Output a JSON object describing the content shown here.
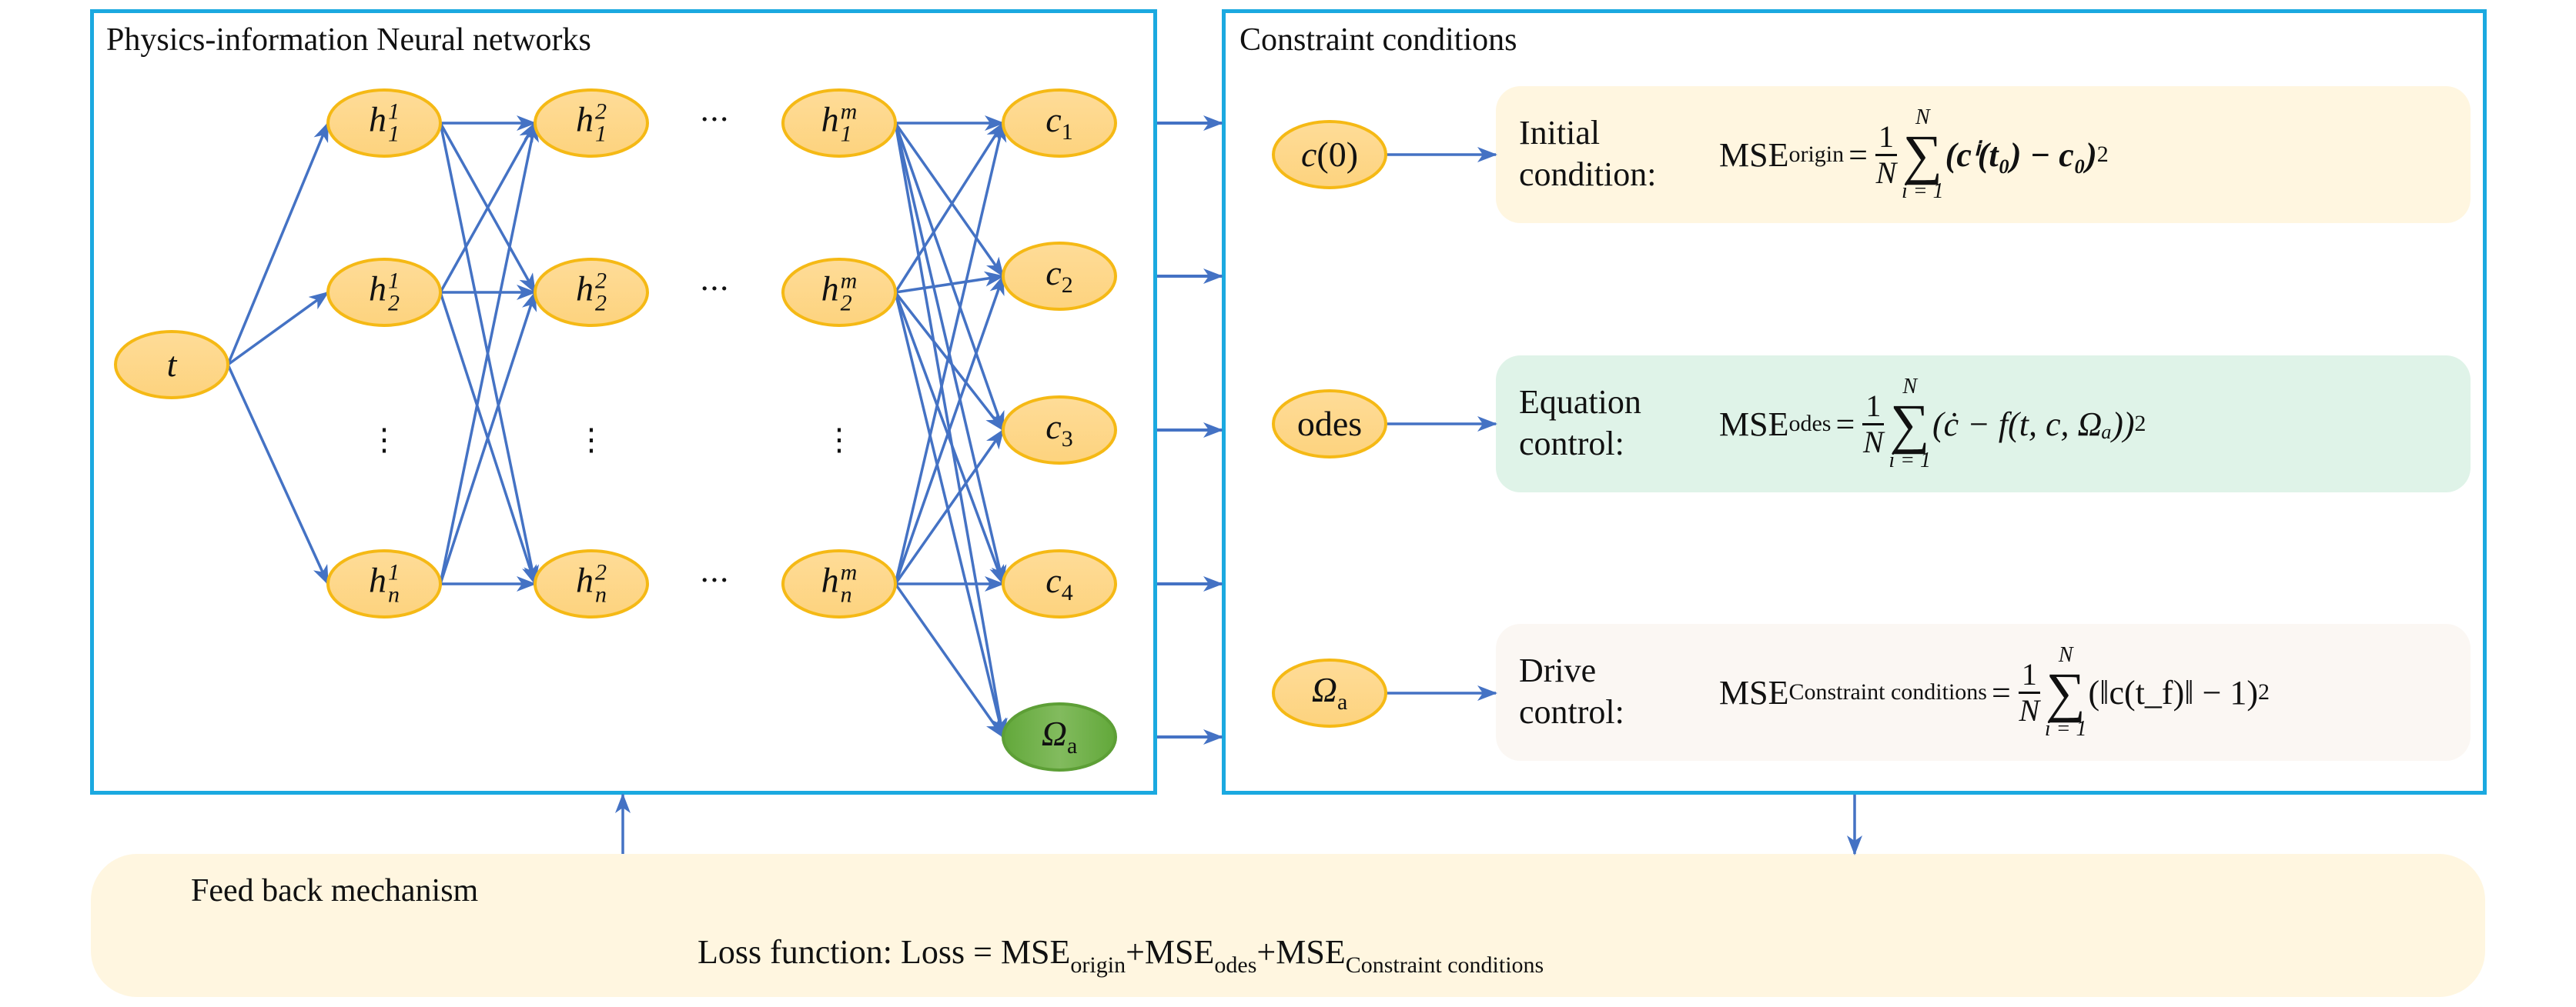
{
  "colors": {
    "panel_border": "#1ba9e0",
    "arrow": "#4472c4",
    "node_fill": "#fdd88f",
    "node_stroke": "#f5b915",
    "output_node_fill": "#6aaf3f",
    "initial_box_fill": "#fff6e0",
    "equation_box_fill": "#dff3e8",
    "drive_box_fill": "#fbf7f3",
    "feedback_box_fill": "#fff6e0"
  },
  "left_panel": {
    "title": "Physics-information Neural networks",
    "input_node": {
      "label": "t"
    },
    "layers": [
      {
        "name": "layer-1",
        "nodes": [
          {
            "base": "h",
            "sup": "1",
            "sub": "1"
          },
          {
            "base": "h",
            "sup": "1",
            "sub": "2"
          },
          {
            "base": "h",
            "sup": "1",
            "sub": "n"
          }
        ]
      },
      {
        "name": "layer-2",
        "nodes": [
          {
            "base": "h",
            "sup": "2",
            "sub": "1"
          },
          {
            "base": "h",
            "sup": "2",
            "sub": "2"
          },
          {
            "base": "h",
            "sup": "2",
            "sub": "n"
          }
        ]
      },
      {
        "name": "layer-m",
        "nodes": [
          {
            "base": "h",
            "sup": "m",
            "sub": "1"
          },
          {
            "base": "h",
            "sup": "m",
            "sub": "2"
          },
          {
            "base": "h",
            "sup": "m",
            "sub": "n"
          }
        ]
      }
    ],
    "horizontal_ellipsis": "···",
    "vertical_ellipsis": "⋮",
    "outputs": [
      {
        "base": "c",
        "sub": "1"
      },
      {
        "base": "c",
        "sub": "2"
      },
      {
        "base": "c",
        "sub": "3"
      },
      {
        "base": "c",
        "sub": "4"
      },
      {
        "base": "Ω",
        "sub": "a",
        "highlight": true
      }
    ]
  },
  "right_panel": {
    "title": "Constraint conditions",
    "rows": [
      {
        "node": {
          "text": "c(0)"
        },
        "label_line1": "Initial",
        "label_line2": "condition:",
        "mse": "MSE",
        "mse_sub": "origin",
        "eq": "=",
        "frac_num": "1",
        "frac_den": "N",
        "sum_top": "N",
        "sum_bot": "i = 1",
        "body": "(cⁱ(t₀) − c₀)",
        "power": "2"
      },
      {
        "node": {
          "text": "odes"
        },
        "label_line1": "Equation",
        "label_line2": "control:",
        "mse": "MSE",
        "mse_sub": "odes",
        "eq": "=",
        "frac_num": "1",
        "frac_den": "N",
        "sum_top": "N",
        "sum_bot": "i = 1",
        "body": "(ċ − f(t, c, Ωₐ))",
        "power": "2"
      },
      {
        "node": {
          "text": "Ωₐ"
        },
        "label_line1": "Drive",
        "label_line2": "control:",
        "mse": "MSE",
        "mse_sub": "Constraint conditions",
        "eq": "=",
        "frac_num": "1",
        "frac_den": "N",
        "sum_top": "N",
        "sum_bot": "i = 1",
        "body": "(‖c(t_f)‖ − 1)",
        "power": "2"
      }
    ]
  },
  "feedback": {
    "title": "Feed back mechanism",
    "loss_prefix": "Loss function: Loss",
    "loss_eq": " = ",
    "terms": [
      {
        "mse": "MSE",
        "sub": "origin"
      },
      {
        "mse": "MSE",
        "sub": "odes"
      },
      {
        "mse": "MSE",
        "sub": "Constraint conditions"
      }
    ],
    "plus": "+"
  }
}
